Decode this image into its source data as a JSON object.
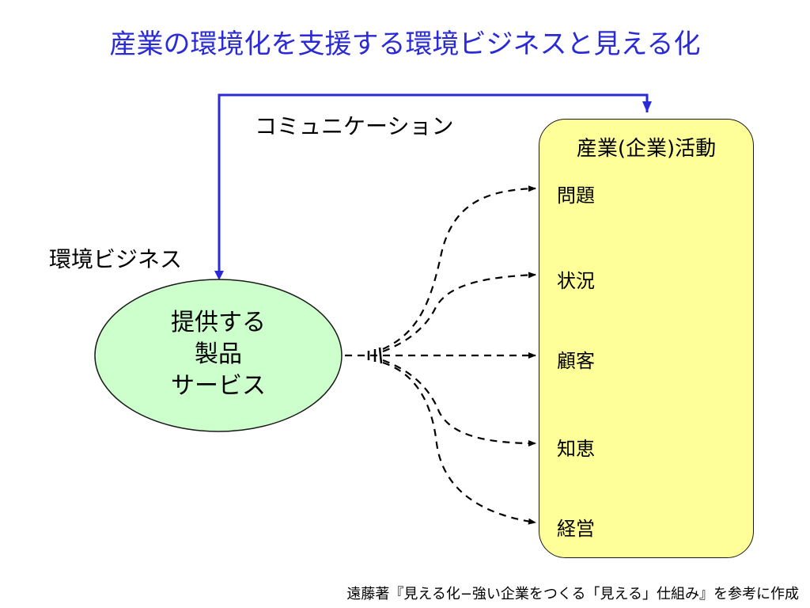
{
  "title": "産業の環境化を支援する環境ビジネスと見える化",
  "communication_label": "コミュニケーション",
  "env_business_label": "環境ビジネス",
  "ellipse": {
    "lines": [
      "提供する",
      "製品",
      "サービス"
    ],
    "fill": "#ccffcc"
  },
  "activity": {
    "title": "産業(企業)活動",
    "items": [
      "問題",
      "状況",
      "顧客",
      "知恵",
      "経営"
    ],
    "fill": "#ffff99"
  },
  "source": "遠藤著『見える化−強い企業をつくる「見える」仕組み』を参考に作成",
  "colors": {
    "title": "#2a2ad6",
    "arrow": "#2a2ad6"
  }
}
